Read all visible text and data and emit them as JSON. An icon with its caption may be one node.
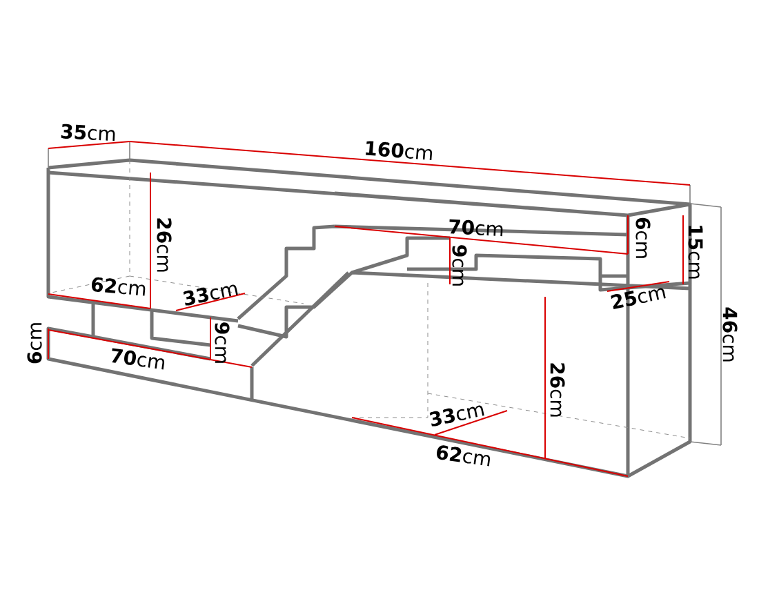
{
  "diagram": {
    "labels": [
      "**35**cm",
      "**160**cm",
      "**26**cm",
      "**70**cm",
      "**6**cm",
      "**15**cm",
      "**62**cm",
      "**33**cm",
      "**9**cm",
      "**46**cm",
      "**25**cm",
      "**6**cm",
      "**9**cm",
      "**70**cm",
      "**26**cm",
      "**33**cm",
      "**62**cm"
    ]
  }
}
